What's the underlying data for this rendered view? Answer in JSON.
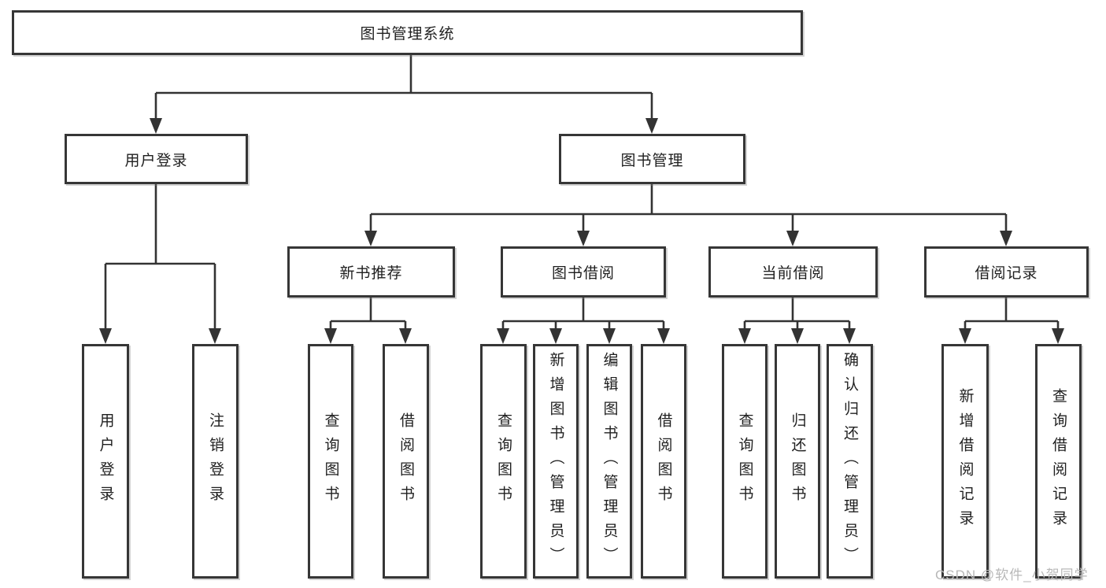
{
  "page": {
    "background": "#ffffff",
    "watermark": "CSDN @软件_小贺同学",
    "watermark_color": "#b8b8b8"
  },
  "diagram": {
    "type": "tree",
    "line_color": "#333333",
    "box_border_color": "#363636",
    "text_color": "#1f1f1f",
    "root": {
      "label": "图书管理系统"
    },
    "level2": [
      {
        "label": "用户登录",
        "children": [
          {
            "label": "用户登录"
          },
          {
            "label": "注销登录"
          }
        ]
      },
      {
        "label": "图书管理",
        "children": [
          {
            "label": "新书推荐",
            "children": [
              {
                "label": "查询图书"
              },
              {
                "label": "借阅图书"
              }
            ]
          },
          {
            "label": "图书借阅",
            "children": [
              {
                "label": "查询图书"
              },
              {
                "label": "新增图书（管理员）"
              },
              {
                "label": "编辑图书（管理员）"
              },
              {
                "label": "借阅图书"
              }
            ]
          },
          {
            "label": "当前借阅",
            "children": [
              {
                "label": "查询图书"
              },
              {
                "label": "归还图书"
              },
              {
                "label": "确认归还（管理员）"
              }
            ]
          },
          {
            "label": "借阅记录",
            "children": [
              {
                "label": "新增借阅记录"
              },
              {
                "label": "查询借阅记录"
              }
            ]
          }
        ]
      }
    ]
  }
}
